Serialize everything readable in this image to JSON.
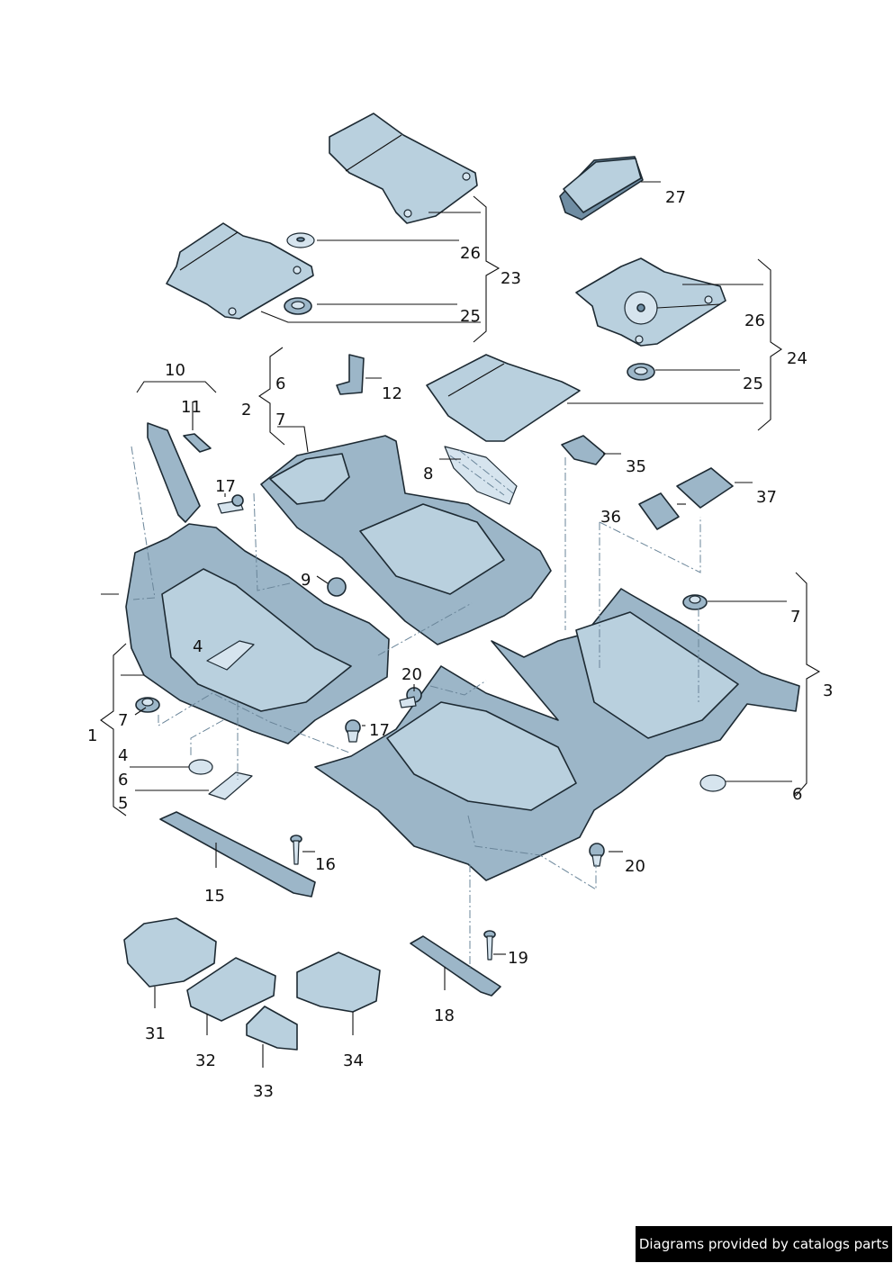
{
  "footer": {
    "text": "Diagrams provided by catalogs parts"
  },
  "callouts": {
    "c1": "1",
    "c2": "2",
    "c3": "3",
    "c4a": "4",
    "c4b": "4",
    "c5": "5",
    "c6a": "6",
    "c6b": "6",
    "c6c": "6",
    "c7a": "7",
    "c7b": "7",
    "c7c": "7",
    "c8": "8",
    "c9": "9",
    "c10": "10",
    "c11": "11",
    "c12": "12",
    "c15": "15",
    "c16": "16",
    "c17a": "17",
    "c17b": "17",
    "c18": "18",
    "c19": "19",
    "c20a": "20",
    "c20b": "20",
    "c23": "23",
    "c24": "24",
    "c25a": "25",
    "c25b": "25",
    "c26a": "26",
    "c26b": "26",
    "c27": "27",
    "c31": "31",
    "c32": "32",
    "c33": "33",
    "c34": "34",
    "c35": "35",
    "c36": "36",
    "c37": "37"
  },
  "colors": {
    "part_fill": "#9cb6c8",
    "part_light": "#b9d0de",
    "part_dark": "#6f8da3",
    "outline": "#1d2a33",
    "footer_bg": "#000000"
  }
}
